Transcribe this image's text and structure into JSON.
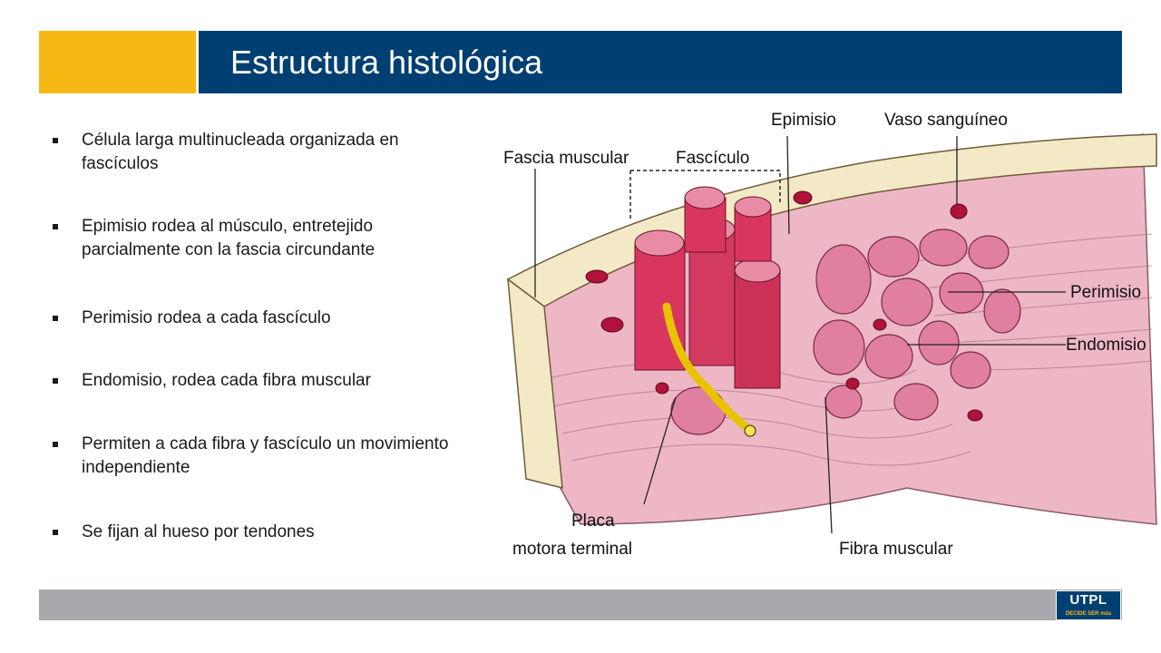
{
  "slide": {
    "title": "Estructura histológica",
    "colors": {
      "accent": "#F7B813",
      "header": "#003F72",
      "footer": "#A7A9AC"
    }
  },
  "bullets": [
    "Célula larga multinucleada organizada en fascículos",
    "Epimisio rodea al músculo, entretejido parcialmente con la fascia circundante",
    "Perimisio rodea a cada fascículo",
    "Endomisio, rodea cada fibra muscular",
    "Permiten a cada fibra y fascículo un movimiento independiente",
    "Se fijan al hueso por tendones"
  ],
  "diagram": {
    "labels": {
      "epimisio": "Epimisio",
      "vaso": "Vaso sanguíneo",
      "fascia": "Fascia muscular",
      "fasciculo": "Fascículo",
      "perimisio": "Perimisio",
      "endomisio": "Endomisio",
      "placa_1": "Placa",
      "placa_2": "motora terminal",
      "fibra": "Fibra muscular"
    }
  },
  "logo": {
    "word": "UTPL",
    "tagline": "DECIDE SER más"
  }
}
